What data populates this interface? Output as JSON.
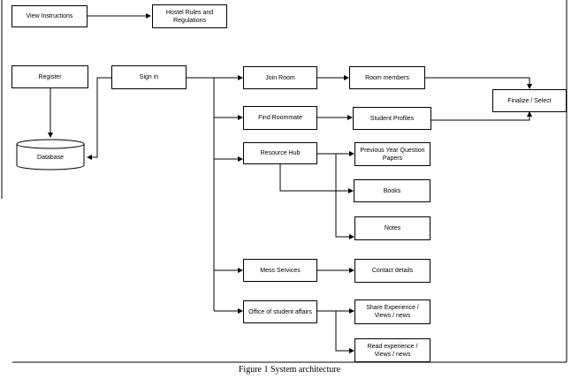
{
  "diagram": {
    "nodes": {
      "view_instructions": "View Instructions",
      "hostel_rules": "Hostel Rules and Regulations",
      "register": "Register",
      "sign_in": "Sign in",
      "database": "Database",
      "join_room": "Join Room",
      "room_members": "Room members",
      "finalize_select": "Finalize / Select",
      "find_roommate": "Find Roommate",
      "student_profiles": "Student Profiles",
      "resource_hub": "Resource Hub",
      "previous_year_papers": "Previous Year Question Papers",
      "books": "Books",
      "notes": "Notes",
      "mess_services": "Mess Services",
      "contact_details": "Contact details",
      "office_student_affairs": "Office of student affairs",
      "share_experience": "Share Experience / Views / news",
      "read_experience": "Read experience / Views / news"
    },
    "caption": "Figure 1 System architecture"
  }
}
